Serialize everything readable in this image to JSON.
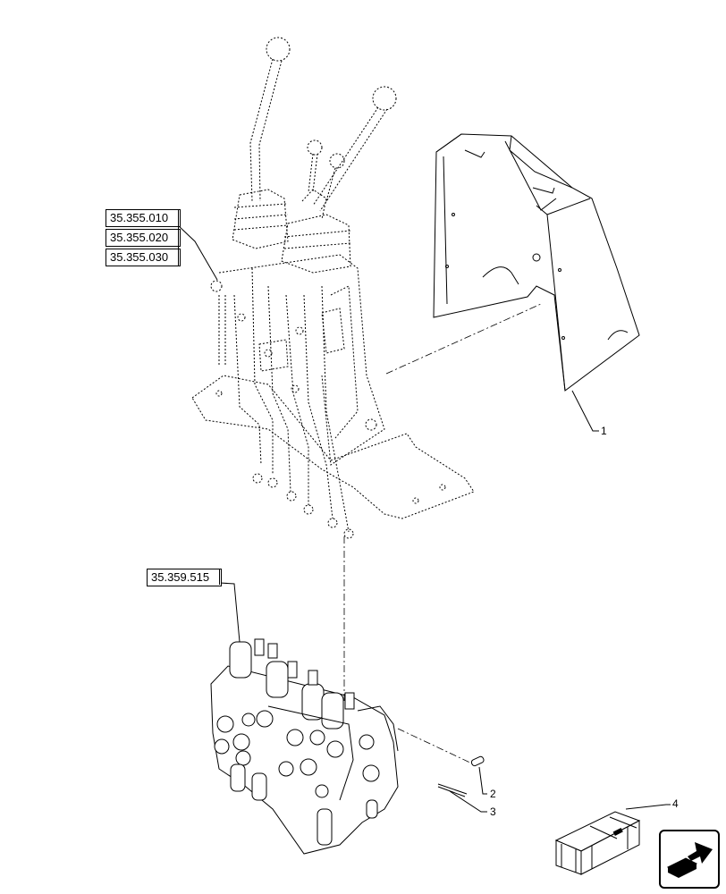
{
  "references": [
    {
      "code": "35.355.010"
    },
    {
      "code": "35.355.020"
    },
    {
      "code": "35.355.030"
    },
    {
      "code": "35.359.515"
    }
  ],
  "callouts": [
    "1",
    "2",
    "3",
    "4"
  ],
  "icons": {
    "kit_box": "kit-box-icon",
    "navigation": "next-page-arrow-icon"
  },
  "colors": {
    "line": "#000000",
    "background": "#ffffff"
  }
}
